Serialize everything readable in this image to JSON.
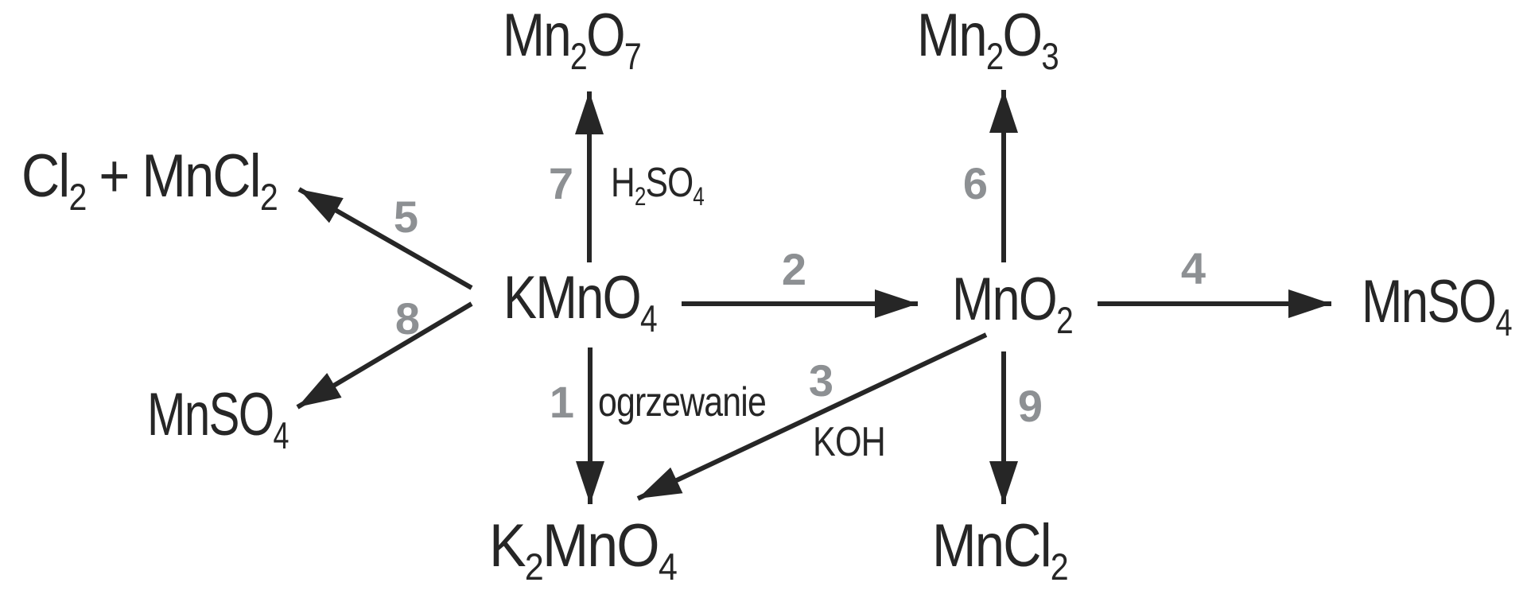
{
  "colors": {
    "text": "#262626",
    "arrow": "#262626",
    "number_gray": "#8d9093",
    "background": "#ffffff"
  },
  "diagram": {
    "description": "Reaction scheme of manganese compound transformations",
    "nodes": {
      "mn2o7": {
        "text": "Mn2O7",
        "segments": [
          {
            "t": "Mn"
          },
          {
            "t": "2",
            "sub": true
          },
          {
            "t": "O"
          },
          {
            "t": "7",
            "sub": true
          }
        ]
      },
      "mn2o3": {
        "text": "Mn2O3",
        "segments": [
          {
            "t": "Mn"
          },
          {
            "t": "2",
            "sub": true
          },
          {
            "t": "O"
          },
          {
            "t": "3",
            "sub": true
          }
        ]
      },
      "cl2_mncl2": {
        "text": "Cl2 + MnCl2",
        "segments": [
          {
            "t": "Cl"
          },
          {
            "t": "2",
            "sub": true
          },
          {
            "t": " + "
          },
          {
            "t": "MnCl"
          },
          {
            "t": "2",
            "sub": true
          }
        ]
      },
      "kmno4": {
        "text": "KMnO4",
        "segments": [
          {
            "t": "KMnO"
          },
          {
            "t": "4",
            "sub": true
          }
        ]
      },
      "mno2": {
        "text": "MnO2",
        "segments": [
          {
            "t": "MnO"
          },
          {
            "t": "2",
            "sub": true
          }
        ]
      },
      "mnso4_right": {
        "text": "MnSO4",
        "segments": [
          {
            "t": "MnSO"
          },
          {
            "t": "4",
            "sub": true
          }
        ]
      },
      "mnso4_left": {
        "text": "MnSO4",
        "segments": [
          {
            "t": "MnSO"
          },
          {
            "t": "4",
            "sub": true
          }
        ]
      },
      "k2mno4": {
        "text": "K2MnO4",
        "segments": [
          {
            "t": "K"
          },
          {
            "t": "2",
            "sub": true
          },
          {
            "t": "MnO"
          },
          {
            "t": "4",
            "sub": true
          }
        ]
      },
      "mncl2": {
        "text": "MnCl2",
        "segments": [
          {
            "t": "MnCl"
          },
          {
            "t": "2",
            "sub": true
          }
        ]
      }
    },
    "condition_segments": {
      "h2so4": [
        {
          "t": "H"
        },
        {
          "t": "2",
          "sub": true
        },
        {
          "t": "SO"
        },
        {
          "t": "4",
          "sub": true
        }
      ]
    },
    "arrows": [
      {
        "number": "1",
        "from": "KMnO4",
        "to": "K2MnO4",
        "condition": "ogrzewanie"
      },
      {
        "number": "2",
        "from": "KMnO4",
        "to": "MnO2",
        "condition": ""
      },
      {
        "number": "3",
        "from": "MnO2",
        "to": "K2MnO4",
        "condition": "KOH"
      },
      {
        "number": "4",
        "from": "MnO2",
        "to": "MnSO4",
        "condition": ""
      },
      {
        "number": "5",
        "from": "KMnO4",
        "to": "Cl2 + MnCl2",
        "condition": ""
      },
      {
        "number": "6",
        "from": "MnO2",
        "to": "Mn2O3",
        "condition": ""
      },
      {
        "number": "7",
        "from": "KMnO4",
        "to": "Mn2O7",
        "condition": "H2SO4"
      },
      {
        "number": "8",
        "from": "KMnO4",
        "to": "MnSO4",
        "condition": ""
      },
      {
        "number": "9",
        "from": "MnO2",
        "to": "MnCl2",
        "condition": ""
      }
    ]
  }
}
